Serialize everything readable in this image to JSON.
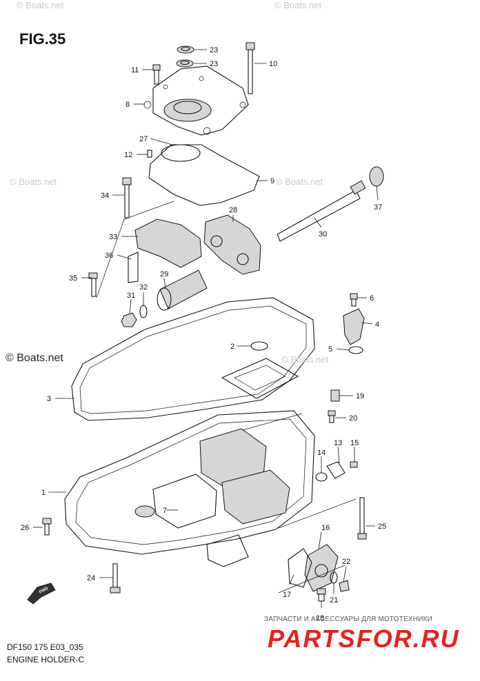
{
  "figure": {
    "title": "FIG.35"
  },
  "watermarks": {
    "faint": [
      "© Boats.net",
      "© Boats.net",
      "© Boats.net",
      "© Boats.net",
      "© Boats.net"
    ],
    "strong": "© Boats.net"
  },
  "footer": {
    "model_code": "DF150 175 E03_035",
    "group_name": "ENGINE HOLDER-C"
  },
  "brand": {
    "tagline": "ЗАПЧАСТИ И АКСЕССУАРЫ ДЛЯ МОТОТЕХНИКИ",
    "name": "PARTSFOR.RU",
    "color": "#e8201c"
  },
  "direction_marker": "FWD",
  "callouts": [
    "23",
    "23",
    "11",
    "10",
    "8",
    "27",
    "12",
    "9",
    "37",
    "34",
    "28",
    "30",
    "33",
    "36",
    "35",
    "32",
    "29",
    "31",
    "6",
    "4",
    "2",
    "5",
    "3",
    "19",
    "20",
    "13",
    "15",
    "14",
    "1",
    "26",
    "25",
    "16",
    "22",
    "24",
    "17",
    "21",
    "18",
    "7"
  ],
  "icons": [
    "fwd-arrow-icon"
  ]
}
